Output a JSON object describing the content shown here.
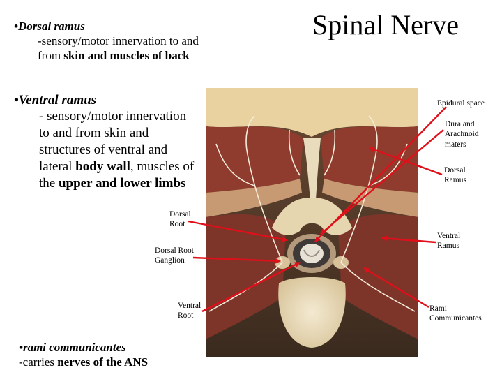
{
  "title": "Spinal Nerve",
  "dorsal": {
    "heading": "Dorsal ramus",
    "line1": "-sensory/motor innervation to and",
    "line2_prefix": "from ",
    "line2_bold": "skin and muscles of back"
  },
  "ventral": {
    "heading": "Ventral ramus",
    "line1": "- sensory/motor innervation",
    "line2": "to and from skin and",
    "line3": "structures of ventral and",
    "line4_prefix": "lateral ",
    "line4_bold": "body wall",
    "line4_suffix": ", muscles of",
    "line5_prefix": "the ",
    "line5_bold": "upper and lower limbs"
  },
  "rami": {
    "heading": "rami communicantes",
    "line1_prefix": "-carries ",
    "line1_bold": "nerves of the ANS"
  },
  "labels": {
    "epidural": "Epidural space",
    "dura_1": "Dura and",
    "dura_2": "Arachnoid",
    "dura_3": "maters",
    "dorsal_ramus_1": "Dorsal",
    "dorsal_ramus_2": "Ramus",
    "dorsal_root_1": "Dorsal",
    "dorsal_root_2": "Root",
    "ventral_ramus_1": "Ventral",
    "ventral_ramus_2": "Ramus",
    "drg_1": "Dorsal Root",
    "drg_2": "Ganglion",
    "ventral_root_1": "Ventral",
    "ventral_root_2": "Root",
    "rami_comm_1": "Rami",
    "rami_comm_2": "Communicantes"
  },
  "colors": {
    "arrow": "#e0101a",
    "muscle": "#8a3a2e",
    "fat": "#e8c98a",
    "bone": "#efe3c4"
  }
}
